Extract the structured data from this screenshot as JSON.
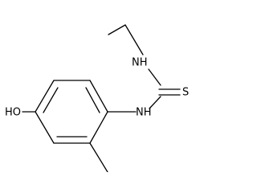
{
  "structure": {
    "atoms": {
      "nh_ethyl": "NH",
      "sulfur": "S",
      "nh_aryl": "NH",
      "hydroxyl": "HO"
    }
  }
}
